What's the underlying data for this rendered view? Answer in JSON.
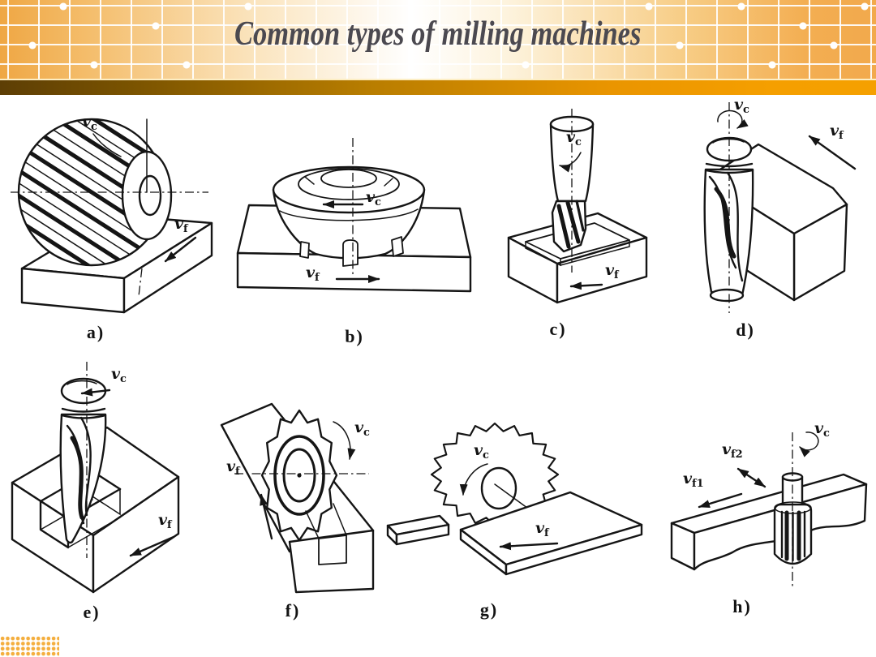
{
  "header": {
    "title": "Common types of milling machines"
  },
  "slide": {
    "colors": {
      "header_orange": "#f2a94c",
      "accent_bar_left": "#5d3e05",
      "accent_bar_right": "#f59f00",
      "title_color": "#4b4950",
      "drawing_ink": "#151515",
      "halftone_dot": "#f4ae3e"
    }
  },
  "figures": [
    {
      "caption": "a)",
      "depicts": "peripheral slab milling with helical cylindrical cutter",
      "labels": {
        "vc": {
          "base": "v",
          "sub": "c"
        },
        "vf": {
          "base": "v",
          "sub": "f"
        }
      }
    },
    {
      "caption": "b)",
      "depicts": "face milling with inserted-tooth face mill",
      "labels": {
        "vc": {
          "base": "v",
          "sub": "c"
        },
        "vf": {
          "base": "v",
          "sub": "f"
        }
      }
    },
    {
      "caption": "c)",
      "depicts": "end milling a step with end mill",
      "labels": {
        "vc": {
          "base": "v",
          "sub": "c"
        },
        "vf": {
          "base": "v",
          "sub": "f"
        }
      }
    },
    {
      "caption": "d)",
      "depicts": "side milling a vertical face with end mill",
      "labels": {
        "vc": {
          "base": "v",
          "sub": "c"
        },
        "vf": {
          "base": "v",
          "sub": "f"
        }
      }
    },
    {
      "caption": "e)",
      "depicts": "slot milling a groove with end mill",
      "labels": {
        "vc": {
          "base": "v",
          "sub": "c"
        },
        "vf": {
          "base": "v",
          "sub": "f"
        }
      }
    },
    {
      "caption": "f)",
      "depicts": "slot milling with staggered-tooth disc cutter",
      "labels": {
        "vc": {
          "base": "v",
          "sub": "c"
        },
        "vf": {
          "base": "v",
          "sub": "f"
        }
      }
    },
    {
      "caption": "g)",
      "depicts": "cutting off a plate with slitting saw",
      "labels": {
        "vc": {
          "base": "v",
          "sub": "c"
        },
        "vf": {
          "base": "v",
          "sub": "f"
        }
      }
    },
    {
      "caption": "h)",
      "depicts": "contour milling a curved edge with end mill",
      "labels": {
        "vc": {
          "base": "v",
          "sub": "c"
        },
        "vf1": {
          "base": "v",
          "sub": "f1"
        },
        "vf2": {
          "base": "v",
          "sub": "f2"
        }
      }
    }
  ]
}
